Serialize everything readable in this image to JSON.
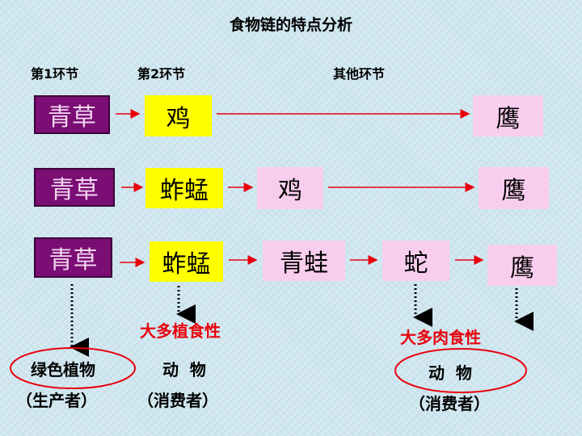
{
  "title": "食物链的特点分析",
  "headers": {
    "link1": "第1环节",
    "link2": "第2环节",
    "other": "其他环节"
  },
  "row1": {
    "grass": "青草",
    "chicken": "鸡",
    "eagle": "鹰"
  },
  "row2": {
    "grass": "青草",
    "grasshopper": "蚱蜢",
    "chicken": "鸡",
    "eagle": "鹰"
  },
  "row3": {
    "grass": "青草",
    "grasshopper": "蚱蜢",
    "frog": "青蛙",
    "snake": "蛇",
    "eagle": "鹰"
  },
  "labels": {
    "herbivore": "大多植食性",
    "carnivore": "大多肉食性",
    "green_plant": "绿色植物",
    "producer": "（生产者）",
    "animal_left": "动  物",
    "consumer_left": "（消费者）",
    "animal_right": "动  物",
    "consumer_right": "（消费者）"
  },
  "colors": {
    "purple": "#7a0e74",
    "yellow": "#ffff00",
    "pink": "#f9cdee",
    "red": "#e8000d"
  }
}
